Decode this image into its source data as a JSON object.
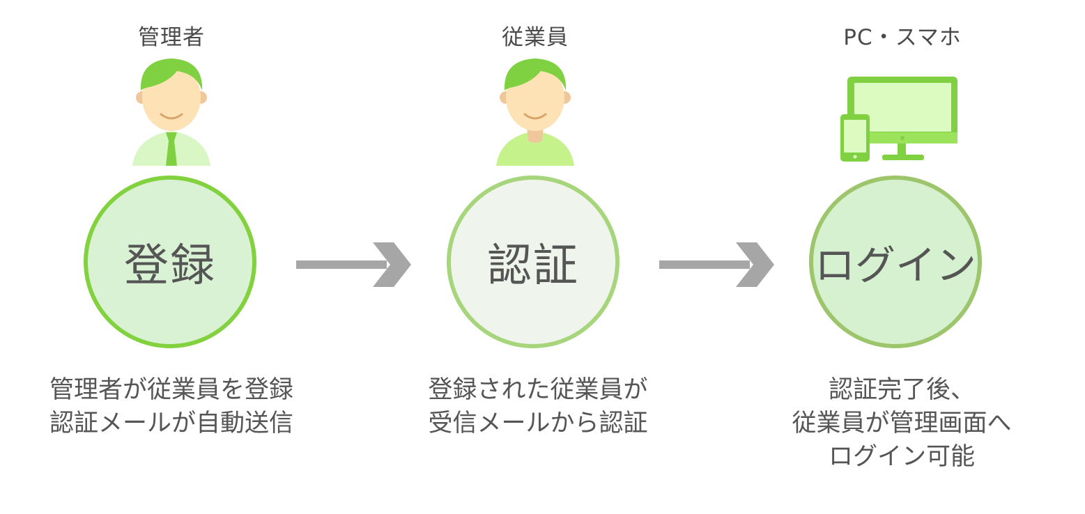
{
  "steps": [
    {
      "top_label": "管理者",
      "circle_label": "登録",
      "description": [
        "管理者が従業員を登録",
        "認証メールが自動送信"
      ]
    },
    {
      "top_label": "従業員",
      "circle_label": "認証",
      "description": [
        "登録された従業員が",
        "受信メールから認証"
      ]
    },
    {
      "top_label": "PC・スマホ",
      "circle_label": "ログイン",
      "description": [
        "認証完了後、",
        "従業員が管理画面へ",
        "ログイン可能"
      ]
    }
  ],
  "colors": {
    "green_bright": "#82d13e",
    "green_light": "#c6f28b",
    "skin": "#fde2b5",
    "arrow_gray": "#a6a6a6"
  },
  "icons": [
    "manager-icon",
    "employee-icon",
    "devices-icon",
    "arrow-right-icon"
  ]
}
